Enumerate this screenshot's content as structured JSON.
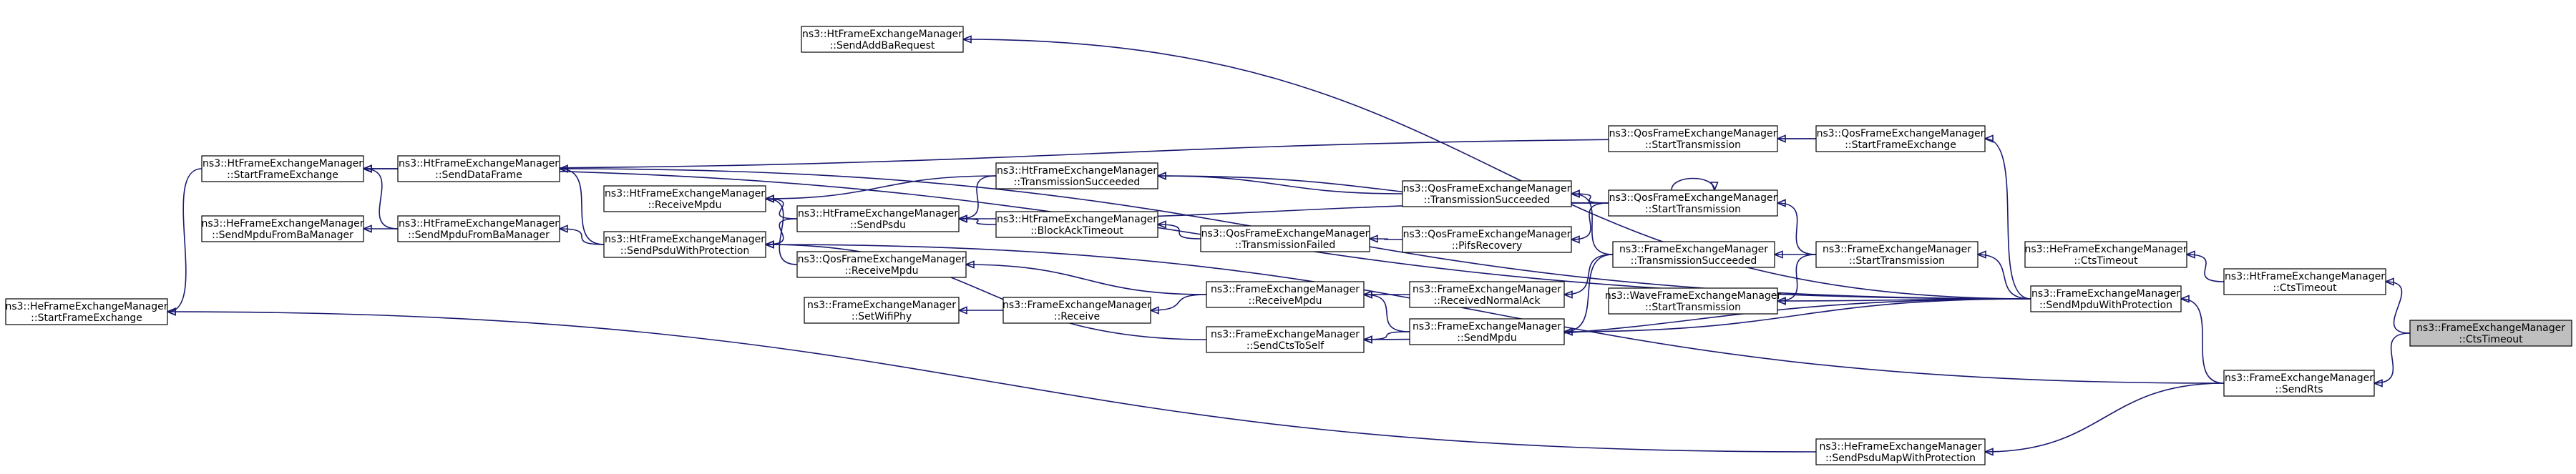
{
  "colors": {
    "edge": "#191970",
    "node_fill": "#ffffff",
    "highlight_fill": "#bfbfbf",
    "border": "#000000"
  },
  "nodes": [
    {
      "id": "ht_sendaddba",
      "lines": [
        "ns3::HtFrameExchangeManager",
        "::SendAddBaRequest"
      ]
    },
    {
      "id": "ht_startfe",
      "lines": [
        "ns3::HtFrameExchangeManager",
        "::StartFrameExchange"
      ]
    },
    {
      "id": "he_sendmpdufromba",
      "lines": [
        "ns3::HeFrameExchangeManager",
        "::SendMpduFromBaManager"
      ]
    },
    {
      "id": "he_startfe",
      "lines": [
        "ns3::HeFrameExchangeManager",
        "::StartFrameExchange"
      ]
    },
    {
      "id": "ht_senddata",
      "lines": [
        "ns3::HtFrameExchangeManager",
        "::SendDataFrame"
      ]
    },
    {
      "id": "ht_sendmpdufromba",
      "lines": [
        "ns3::HtFrameExchangeManager",
        "::SendMpduFromBaManager"
      ]
    },
    {
      "id": "ht_receivempdu",
      "lines": [
        "ns3::HtFrameExchangeManager",
        "::ReceiveMpdu"
      ]
    },
    {
      "id": "ht_sendpsduwp",
      "lines": [
        "ns3::HtFrameExchangeManager",
        "::SendPsduWithProtection"
      ]
    },
    {
      "id": "ht_transsucc",
      "lines": [
        "ns3::HtFrameExchangeManager",
        "::TransmissionSucceeded"
      ]
    },
    {
      "id": "ht_sendpsdu",
      "lines": [
        "ns3::HtFrameExchangeManager",
        "::SendPsdu"
      ]
    },
    {
      "id": "ht_blockack",
      "lines": [
        "ns3::HtFrameExchangeManager",
        "::BlockAckTimeout"
      ]
    },
    {
      "id": "qos_receivempdu",
      "lines": [
        "ns3::QosFrameExchangeManager",
        "::ReceiveMpdu"
      ]
    },
    {
      "id": "fe_setwifiphy",
      "lines": [
        "ns3::FrameExchangeManager",
        "::SetWifiPhy"
      ]
    },
    {
      "id": "fe_receive",
      "lines": [
        "ns3::FrameExchangeManager",
        "::Receive"
      ]
    },
    {
      "id": "qos_transfailed",
      "lines": [
        "ns3::QosFrameExchangeManager",
        "::TransmissionFailed"
      ]
    },
    {
      "id": "fe_receivempdu",
      "lines": [
        "ns3::FrameExchangeManager",
        "::ReceiveMpdu"
      ]
    },
    {
      "id": "fe_sendctstoself",
      "lines": [
        "ns3::FrameExchangeManager",
        "::SendCtsToSelf"
      ]
    },
    {
      "id": "qos_transsucc",
      "lines": [
        "ns3::QosFrameExchangeManager",
        "::TransmissionSucceeded"
      ]
    },
    {
      "id": "qos_pifs",
      "lines": [
        "ns3::QosFrameExchangeManager",
        "::PifsRecovery"
      ]
    },
    {
      "id": "fe_recvnormalack",
      "lines": [
        "ns3::FrameExchangeManager",
        "::ReceivedNormalAck"
      ]
    },
    {
      "id": "fe_sendmpdu",
      "lines": [
        "ns3::FrameExchangeManager",
        "::SendMpdu"
      ]
    },
    {
      "id": "qos_starttx_a",
      "lines": [
        "ns3::QosFrameExchangeManager",
        "::StartTransmission"
      ]
    },
    {
      "id": "qos_starttx_b",
      "lines": [
        "ns3::QosFrameExchangeManager",
        "::StartTransmission"
      ]
    },
    {
      "id": "fe_transsucc",
      "lines": [
        "ns3::FrameExchangeManager",
        "::TransmissionSucceeded"
      ]
    },
    {
      "id": "wave_starttx",
      "lines": [
        "ns3::WaveFrameExchangeManager",
        "::StartTransmission"
      ]
    },
    {
      "id": "qos_startfe",
      "lines": [
        "ns3::QosFrameExchangeManager",
        "::StartFrameExchange"
      ]
    },
    {
      "id": "fe_starttx",
      "lines": [
        "ns3::FrameExchangeManager",
        "::StartTransmission"
      ]
    },
    {
      "id": "he_sendpsdumap",
      "lines": [
        "ns3::HeFrameExchangeManager",
        "::SendPsduMapWithProtection"
      ]
    },
    {
      "id": "he_ctstimeout",
      "lines": [
        "ns3::HeFrameExchangeManager",
        "::CtsTimeout"
      ]
    },
    {
      "id": "fe_sendmpduwp",
      "lines": [
        "ns3::FrameExchangeManager",
        "::SendMpduWithProtection"
      ]
    },
    {
      "id": "ht_ctstimeout",
      "lines": [
        "ns3::HtFrameExchangeManager",
        "::CtsTimeout"
      ]
    },
    {
      "id": "fe_sendrts",
      "lines": [
        "ns3::FrameExchangeManager",
        "::SendRts"
      ]
    },
    {
      "id": "fe_ctstimeout",
      "lines": [
        "ns3::FrameExchangeManager",
        "::CtsTimeout"
      ],
      "highlight": true
    }
  ],
  "edges": [
    [
      "fe_ctstimeout",
      "ht_ctstimeout"
    ],
    [
      "fe_ctstimeout",
      "fe_sendrts"
    ],
    [
      "ht_ctstimeout",
      "he_ctstimeout"
    ],
    [
      "fe_sendrts",
      "fe_sendmpduwp"
    ],
    [
      "fe_sendrts",
      "he_sendpsdumap"
    ],
    [
      "fe_sendrts",
      "ht_sendpsduwp"
    ],
    [
      "fe_sendmpduwp",
      "fe_starttx"
    ],
    [
      "fe_sendmpduwp",
      "fe_sendmpdu"
    ],
    [
      "fe_sendmpduwp",
      "fe_sendctstoself"
    ],
    [
      "fe_sendmpduwp",
      "wave_starttx"
    ],
    [
      "fe_sendmpduwp",
      "qos_startfe"
    ],
    [
      "fe_sendmpduwp",
      "ht_startfe"
    ],
    [
      "fe_sendmpduwp",
      "ht_sendaddba"
    ],
    [
      "fe_sendmpduwp",
      "ht_senddata"
    ],
    [
      "fe_starttx",
      "qos_starttx_b"
    ],
    [
      "fe_starttx",
      "fe_transsucc"
    ],
    [
      "fe_starttx",
      "wave_starttx"
    ],
    [
      "qos_startfe",
      "qos_starttx_a"
    ],
    [
      "qos_startfe",
      "ht_startfe"
    ],
    [
      "qos_starttx_b",
      "qos_starttx_b"
    ],
    [
      "qos_starttx_b",
      "qos_transsucc"
    ],
    [
      "qos_starttx_b",
      "ht_transsucc"
    ],
    [
      "qos_starttx_b",
      "qos_pifs"
    ],
    [
      "qos_starttx_b",
      "ht_sendpsdu"
    ],
    [
      "fe_transsucc",
      "qos_transsucc"
    ],
    [
      "fe_transsucc",
      "fe_recvnormalack"
    ],
    [
      "fe_transsucc",
      "fe_sendmpdu"
    ],
    [
      "qos_transsucc",
      "ht_transsucc"
    ],
    [
      "qos_pifs",
      "qos_transfailed"
    ],
    [
      "qos_transfailed",
      "ht_blockack"
    ],
    [
      "fe_recvnormalack",
      "fe_receivempdu"
    ],
    [
      "fe_sendmpdu",
      "fe_receivempdu"
    ],
    [
      "fe_sendmpdu",
      "fe_sendctstoself"
    ],
    [
      "fe_receivempdu",
      "fe_receive"
    ],
    [
      "fe_receivempdu",
      "qos_receivempdu"
    ],
    [
      "fe_receive",
      "fe_setwifiphy"
    ],
    [
      "fe_sendctstoself",
      "ht_sendpsduwp"
    ],
    [
      "ht_transsucc",
      "ht_receivempdu"
    ],
    [
      "ht_transsucc",
      "ht_sendpsdu"
    ],
    [
      "ht_sendpsdu",
      "ht_receivempdu"
    ],
    [
      "ht_sendpsdu",
      "ht_sendpsduwp"
    ],
    [
      "ht_blockack",
      "ht_sendpsdu"
    ],
    [
      "qos_receivempdu",
      "ht_receivempdu"
    ],
    [
      "ht_sendpsduwp",
      "ht_senddata"
    ],
    [
      "ht_sendpsduwp",
      "ht_sendmpdufromba"
    ],
    [
      "ht_senddata",
      "ht_startfe"
    ],
    [
      "ht_sendmpdufromba",
      "ht_startfe"
    ],
    [
      "ht_sendmpdufromba",
      "he_sendmpdufromba"
    ],
    [
      "ht_startfe",
      "he_startfe"
    ],
    [
      "he_sendpsdumap",
      "he_startfe"
    ]
  ]
}
